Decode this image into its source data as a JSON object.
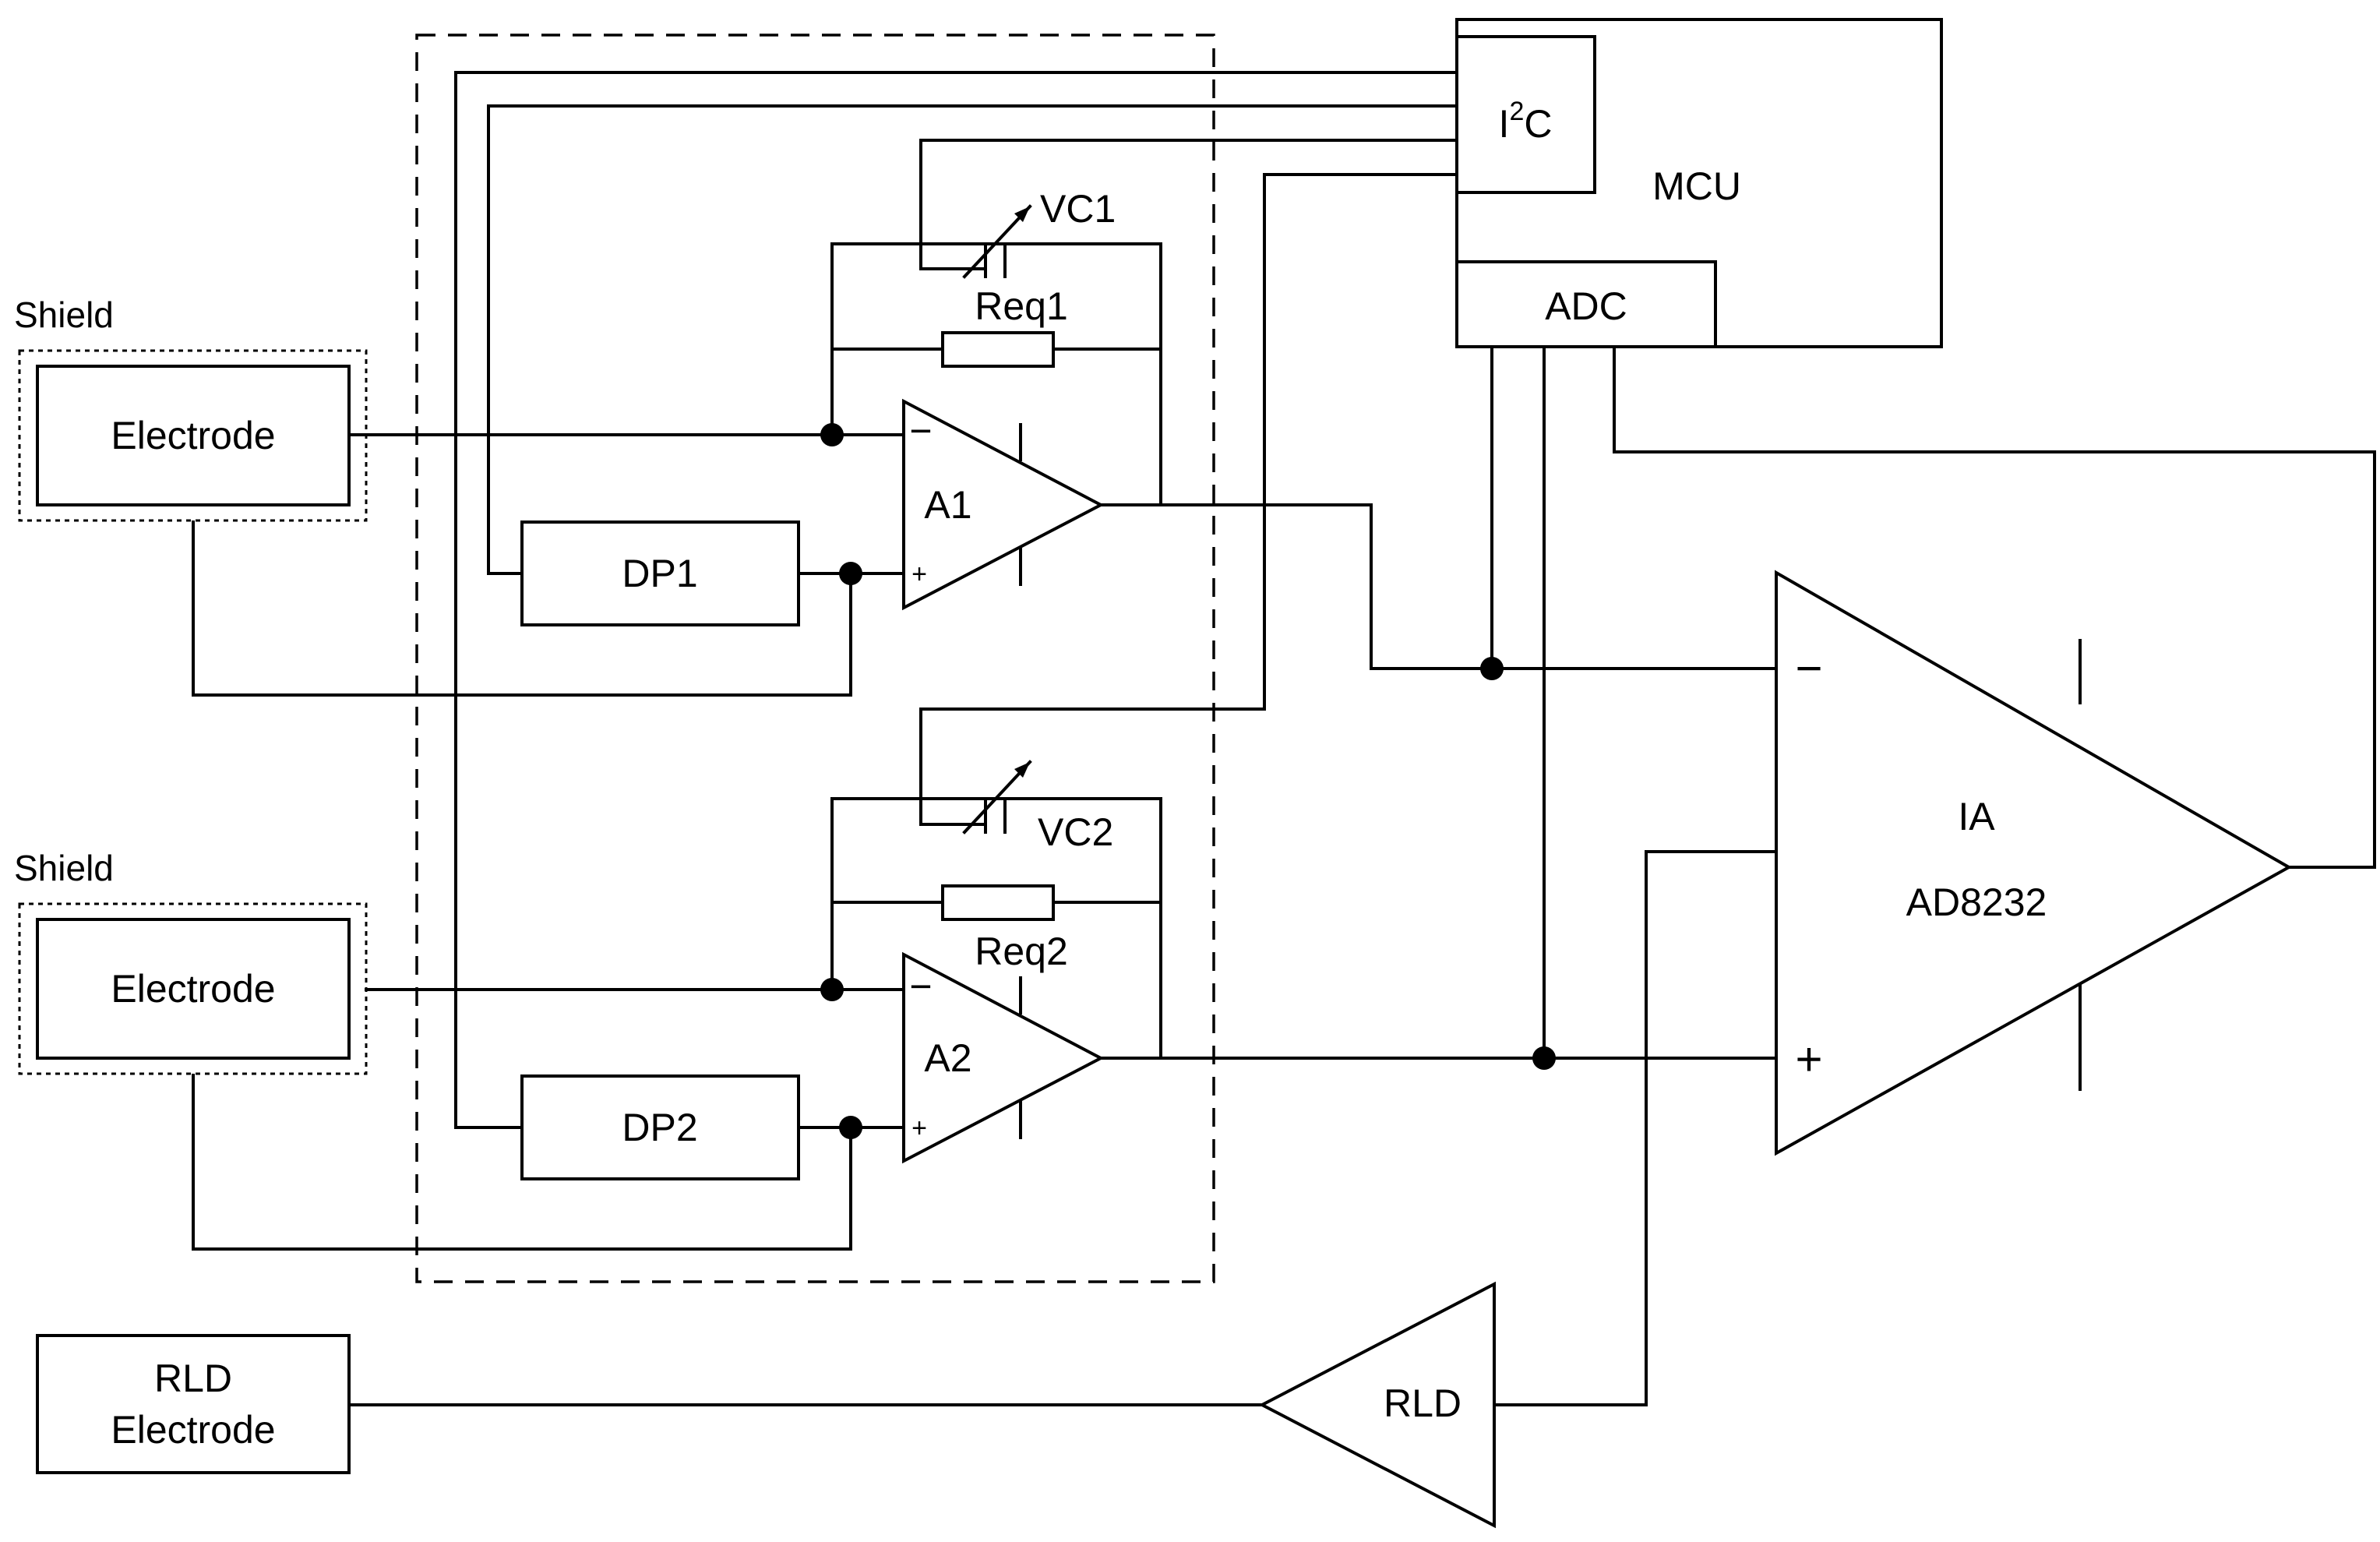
{
  "blocks": {
    "shield1": "Shield",
    "electrode1": "Electrode",
    "shield2": "Shield",
    "electrode2": "Electrode",
    "rld_electrode_line1": "RLD",
    "rld_electrode_line2": "Electrode",
    "dp1": "DP1",
    "dp2": "DP2",
    "mcu": "MCU",
    "i2c_base": "I",
    "i2c_sup": "2",
    "i2c_tail": "C",
    "adc": "ADC",
    "rld_amp": "RLD"
  },
  "amplifiers": {
    "a1": "A1",
    "a2": "A2",
    "ia": "IA",
    "ia_part": "AD8232",
    "minus": "−",
    "plus": "+"
  },
  "components": {
    "vc1": "VC1",
    "req1": "Req1",
    "vc2": "VC2",
    "req2": "Req2"
  }
}
